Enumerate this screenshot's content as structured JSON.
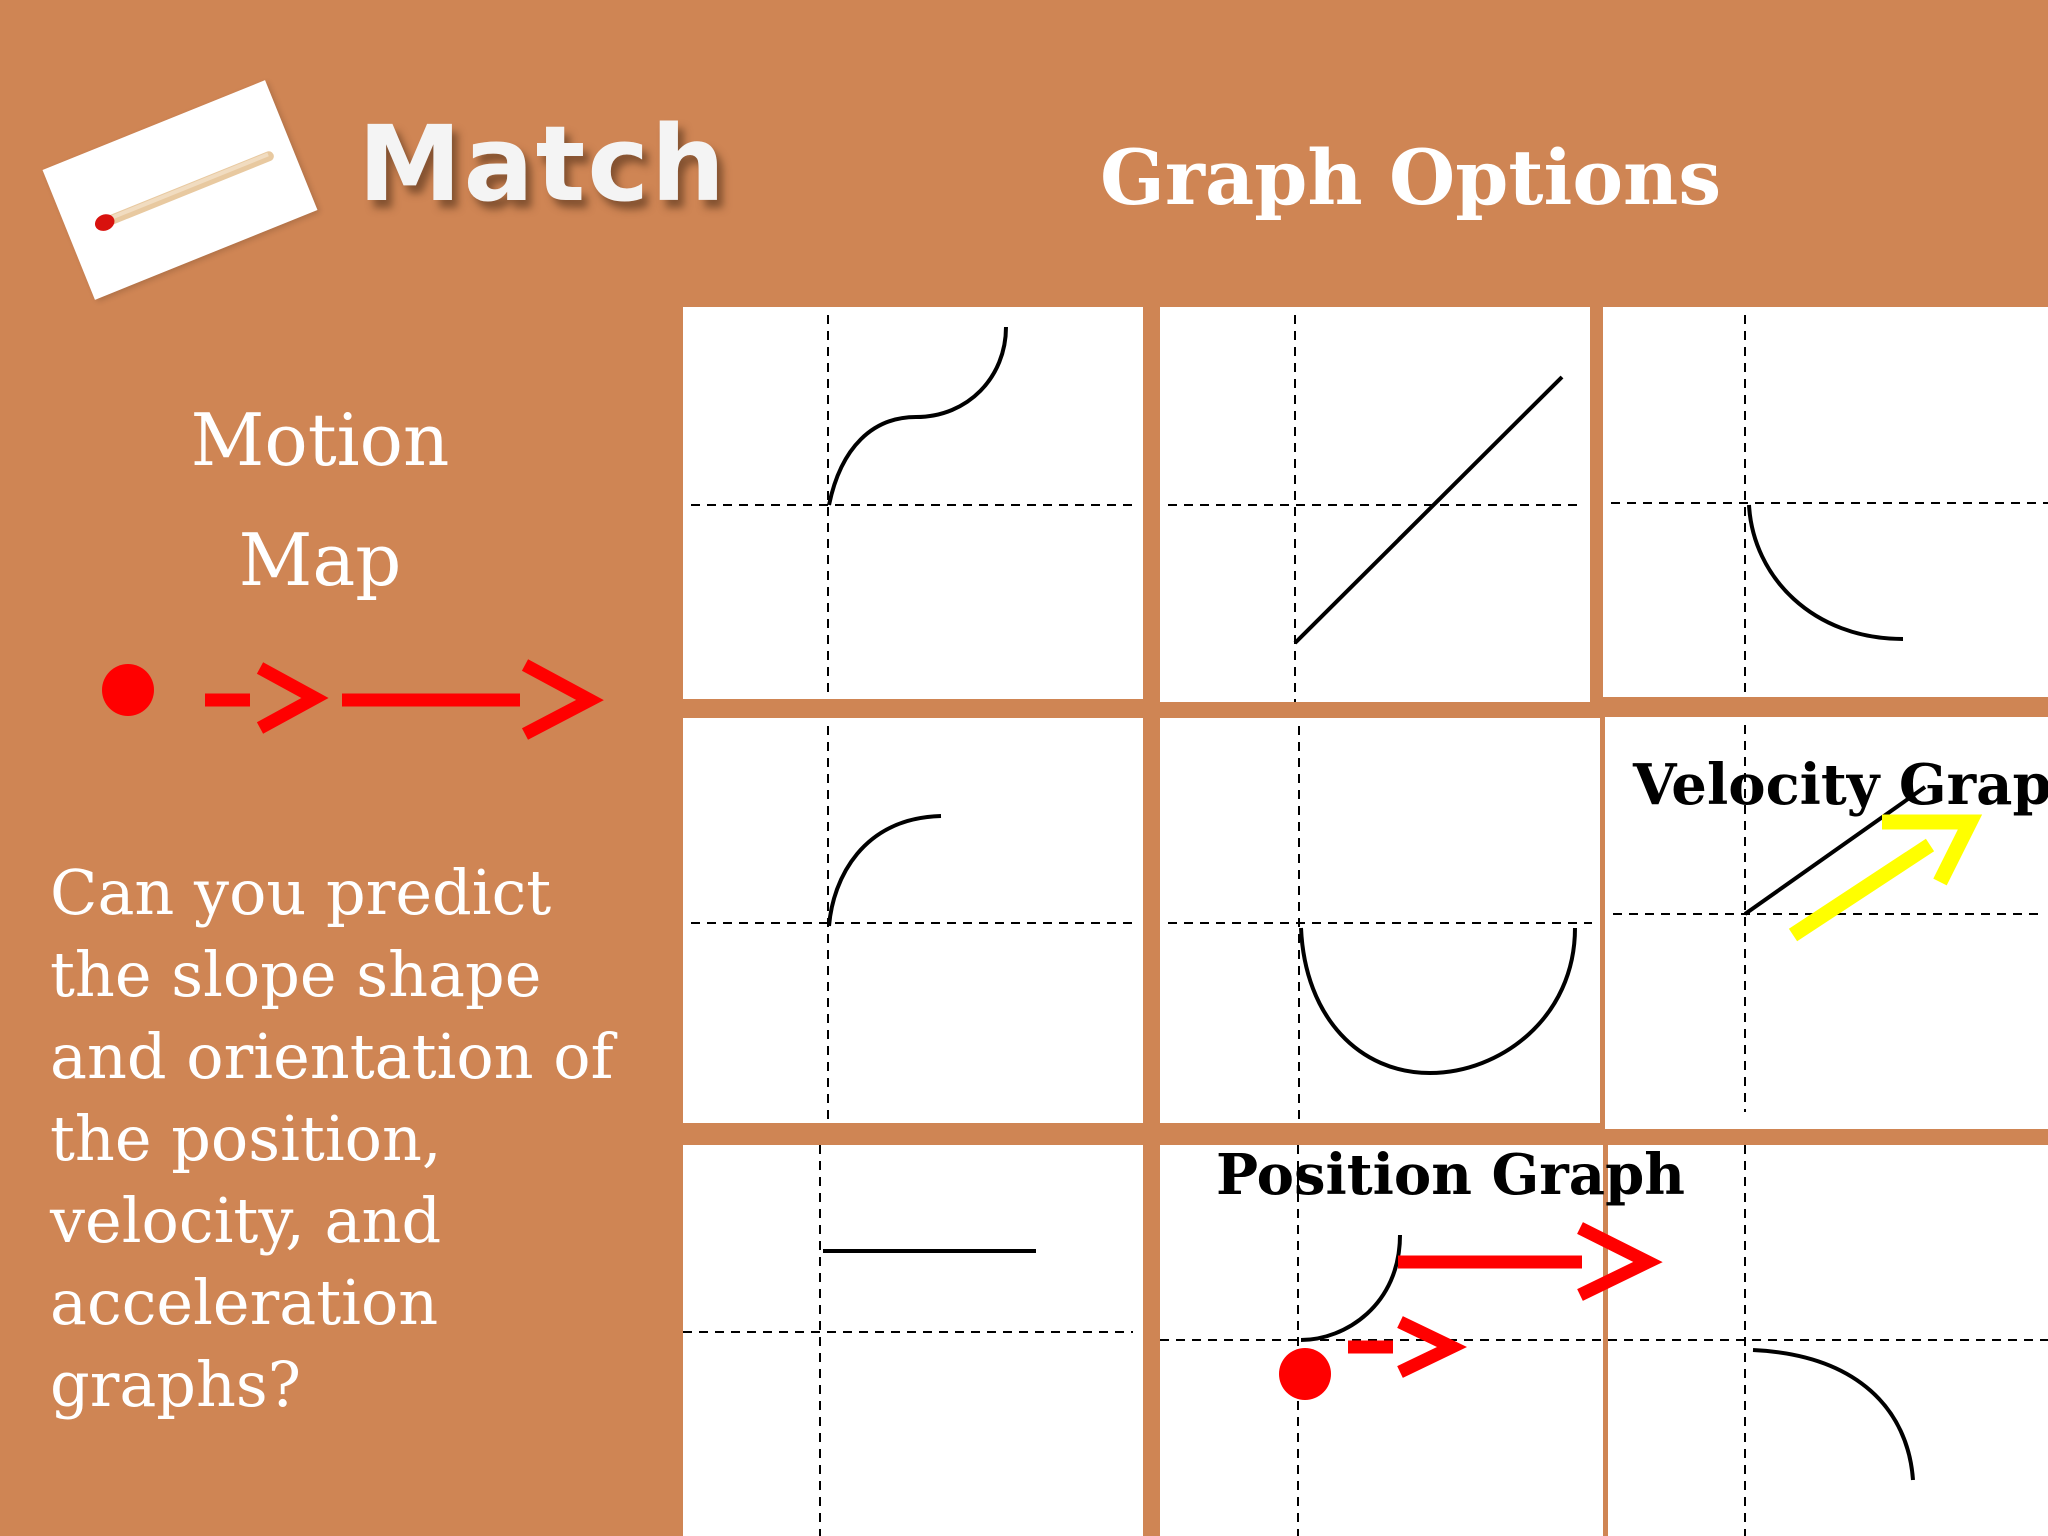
{
  "header": {
    "title": "Match",
    "subtitle": "Graph Options"
  },
  "sidebar": {
    "heading_line1": "Motion",
    "heading_line2": "Map",
    "question": "Can you predict the slope shape and orientation of the position, velocity, and acceleration graphs?"
  },
  "labels": {
    "velocity": "Velocity Graph",
    "position": "Position Graph"
  },
  "colors": {
    "background": "#cf8554",
    "panel": "#ffffff",
    "arrow_red": "#ff0000",
    "arrow_yellow": "#ffff00"
  },
  "icons": [
    "matchstick-icon",
    "red-dot-icon",
    "red-arrow-icon",
    "yellow-arrow-icon"
  ]
}
